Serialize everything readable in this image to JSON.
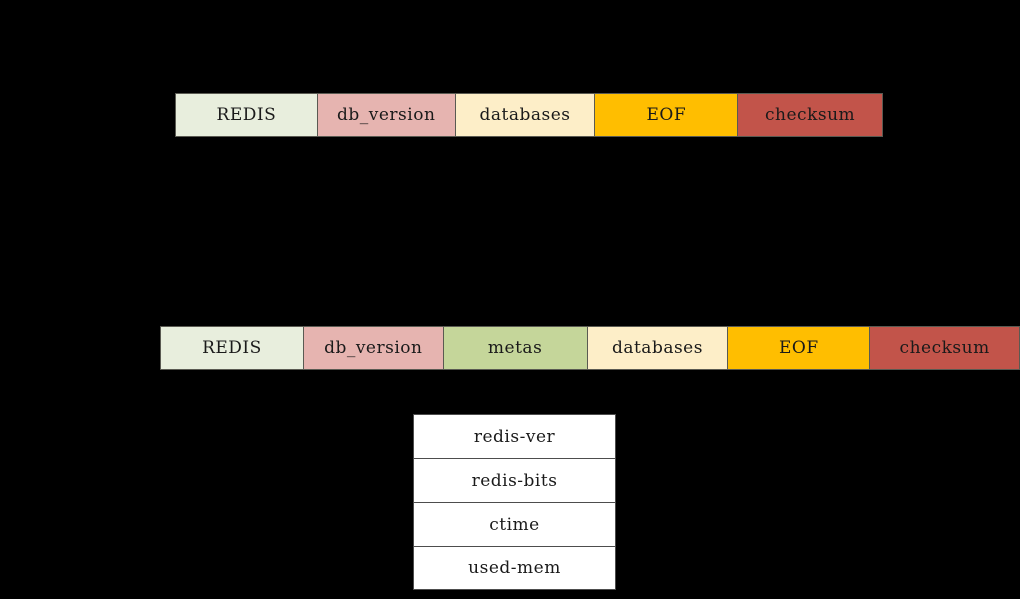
{
  "diagram": {
    "background_color": "#000000",
    "palette": {
      "redis": "#e8eedd",
      "db_version": "#e6b4b0",
      "metas": "#c5d69a",
      "databases": "#fdeec8",
      "eof": "#ffbe00",
      "checksum": "#c2544a",
      "detail_cell": "#ffffff",
      "border": "#5a5a52",
      "text": "#1a1a1a"
    },
    "rows": [
      {
        "name": "rdb-format-without-metas",
        "segments": [
          {
            "label": "REDIS",
            "color": "#e8eedd",
            "width": 142
          },
          {
            "label": "db_version",
            "color": "#e6b4b0",
            "width": 138
          },
          {
            "label": "databases",
            "color": "#fdeec8",
            "width": 140
          },
          {
            "label": "EOF",
            "color": "#ffbe00",
            "width": 143
          },
          {
            "label": "checksum",
            "color": "#c2544a",
            "width": 145
          }
        ]
      },
      {
        "name": "rdb-format-with-metas",
        "segments": [
          {
            "label": "REDIS",
            "color": "#e8eedd",
            "width": 143
          },
          {
            "label": "db_version",
            "color": "#e6b4b0",
            "width": 140
          },
          {
            "label": "metas",
            "color": "#c5d69a",
            "width": 144
          },
          {
            "label": "databases",
            "color": "#fdeec8",
            "width": 141
          },
          {
            "label": "EOF",
            "color": "#ffbe00",
            "width": 142
          },
          {
            "label": "checksum",
            "color": "#c2544a",
            "width": 150
          }
        ]
      }
    ],
    "metas_detail": {
      "name": "metas-fields",
      "items": [
        {
          "label": "redis-ver"
        },
        {
          "label": "redis-bits"
        },
        {
          "label": "ctime"
        },
        {
          "label": "used-mem"
        }
      ]
    }
  }
}
